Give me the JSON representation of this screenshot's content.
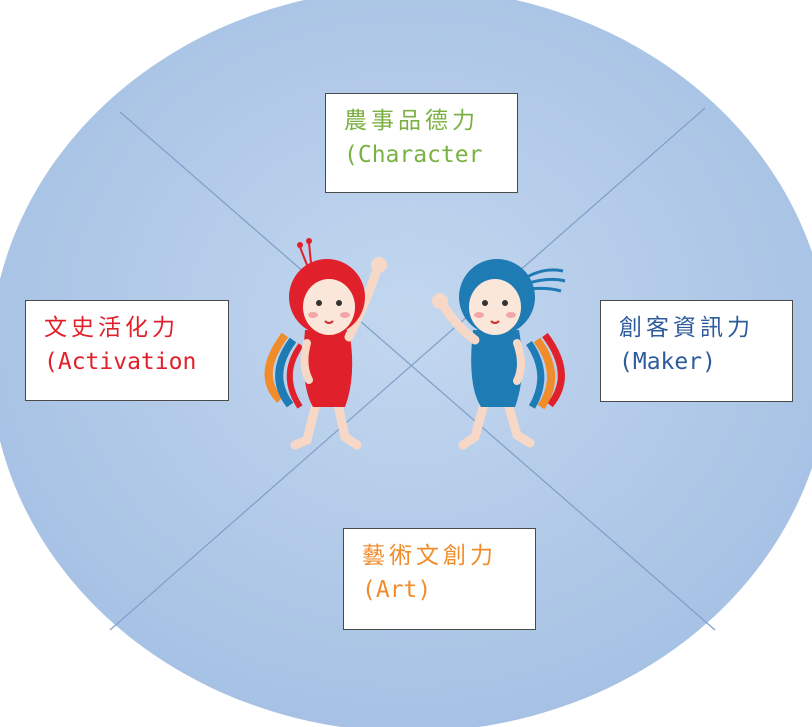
{
  "colors": {
    "circle_fill": "#a9c4e6",
    "circle_fill_light": "#c3d7ef",
    "divider": "#7e9fc8",
    "top": "#7bb043",
    "left": "#e0202a",
    "right": "#2d5b9c",
    "bottom": "#f08c2a"
  },
  "quadrants": {
    "top": {
      "title": "農事品德力",
      "subtitle": "(Character"
    },
    "left": {
      "title": "文史活化力",
      "subtitle": "(Activation"
    },
    "right": {
      "title": "創客資訊力",
      "subtitle": "(Maker)"
    },
    "bottom": {
      "title": "藝術文創力",
      "subtitle": "(Art)"
    }
  },
  "mascots": [
    {
      "name": "red-mascot",
      "color": "#e0202a"
    },
    {
      "name": "blue-mascot",
      "color": "#1f7bb3"
    }
  ]
}
